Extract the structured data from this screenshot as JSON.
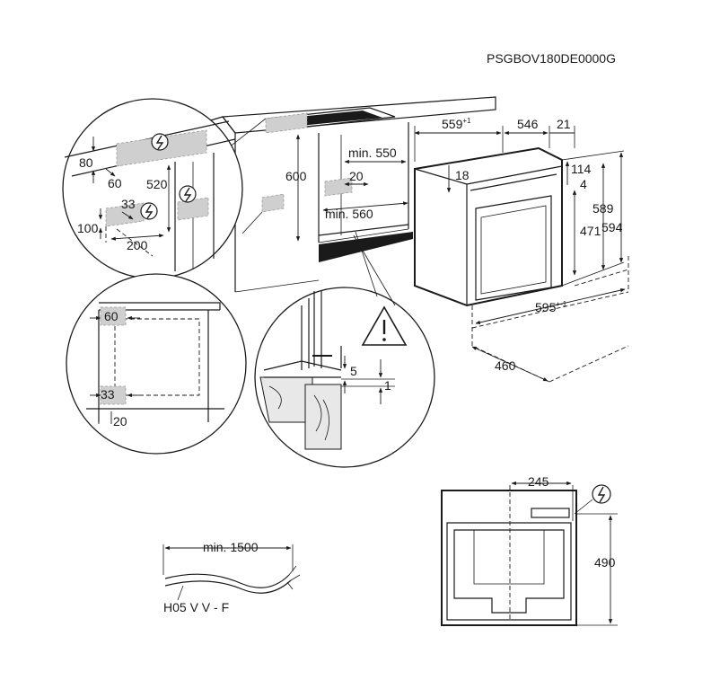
{
  "model_code": "PSGBOV180DE0000G",
  "main_view": {
    "depth_label": "559",
    "depth_sup": "+1",
    "depth2_label": "546",
    "door_label": "21",
    "top_gap_label": "18",
    "h114_label": "114",
    "h4_label": "4",
    "h471_label": "471",
    "h589_label": "589",
    "h594_label": "594",
    "width_label": "595",
    "width_sup": "+-1",
    "depth460_label": "460"
  },
  "cabinet": {
    "min550_label": "min. 550",
    "h600_label": "600",
    "vent20_label": "20",
    "min560_label": "min. 560"
  },
  "detail_top_left": {
    "d80_label": "80",
    "d60_label": "60",
    "d520_label": "520",
    "d33_label": "33",
    "d100_label": "100",
    "d200_label": "200"
  },
  "detail_bottom_left": {
    "d60_label": "60",
    "d33_label": "33",
    "d20_label": "20"
  },
  "detail_bottom_center": {
    "d5_label": "5",
    "d1_label": "1"
  },
  "cable": {
    "length_label": "min. 1500",
    "type_label": "H05 V V - F"
  },
  "front_view": {
    "w245_label": "245",
    "h490_label": "490"
  },
  "icons": [
    "electric-connection-icon",
    "warning-triangle-icon"
  ]
}
